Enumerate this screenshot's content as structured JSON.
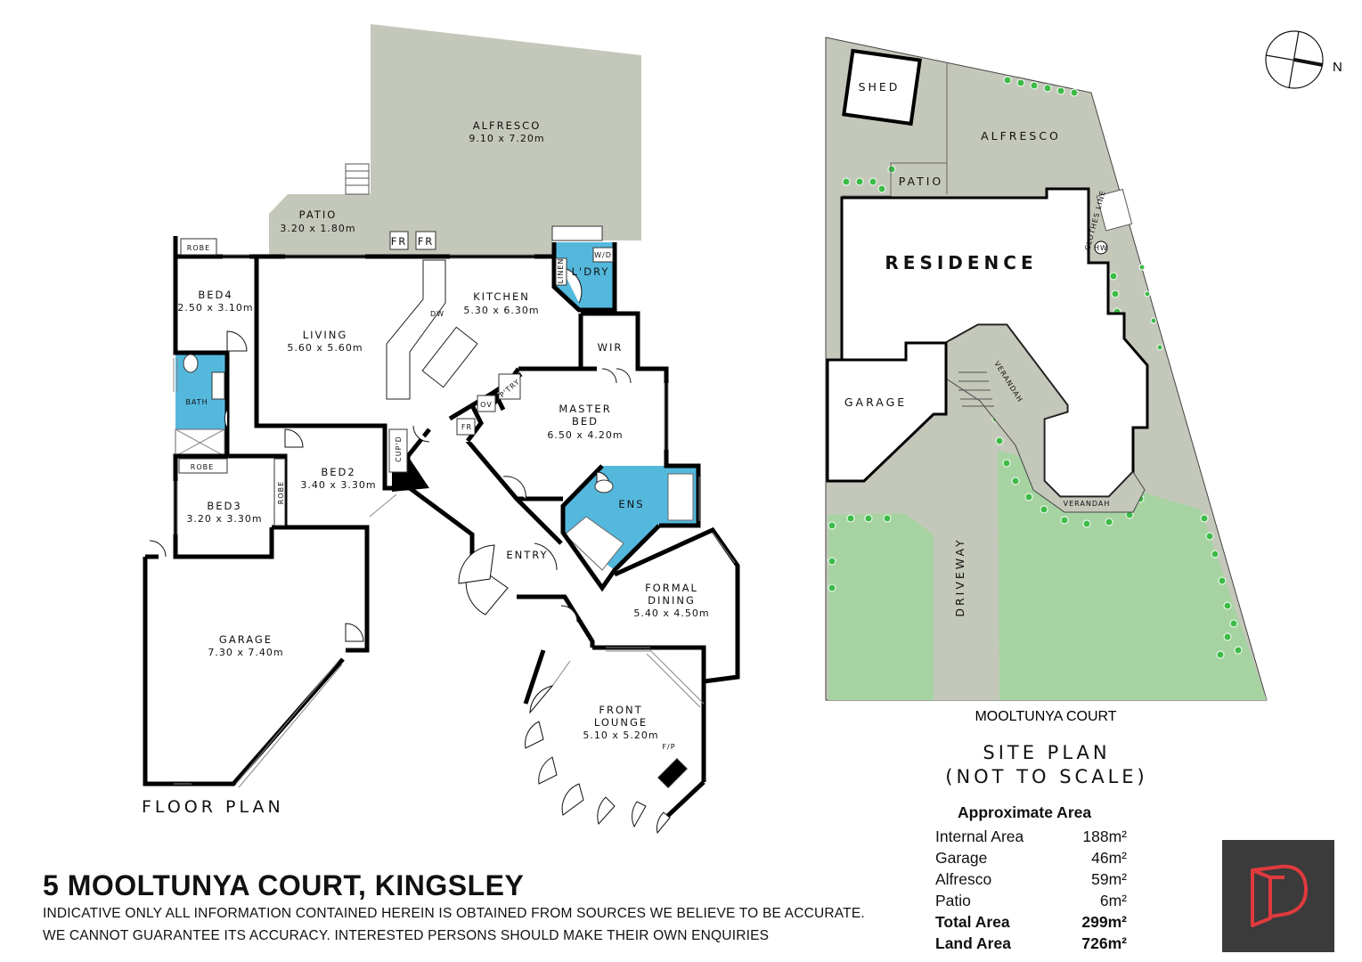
{
  "address": "5 MOOLTUNYA COURT, KINGSLEY",
  "disclaimer_line1": "INDICATIVE ONLY ALL INFORMATION CONTAINED HEREIN IS OBTAINED FROM SOURCES WE BELIEVE TO BE ACCURATE.",
  "disclaimer_line2": "WE CANNOT GUARANTEE ITS ACCURACY. INTERESTED PERSONS SHOULD MAKE THEIR OWN ENQUIRIES",
  "floor_plan_title": "FLOOR PLAN",
  "site_plan_title": {
    "line1": "SITE PLAN",
    "line2": "(NOT TO SCALE)"
  },
  "street_name": "MOOLTUNYA COURT",
  "compass_label": "N",
  "colors": {
    "outdoor": "#c4c8ba",
    "wet_area": "#54b8dd",
    "lawn": "#a7d3a2",
    "tree": "#3dbb47",
    "logo_bg": "#3b3b3b",
    "logo_mark": "#e03a3e"
  },
  "rooms": {
    "alfresco": {
      "name": "ALFRESCO",
      "dims": "9.10 x 7.20m"
    },
    "patio": {
      "name": "PATIO",
      "dims": "3.20 x 1.80m"
    },
    "robe_bed4": "ROBE",
    "bed4": {
      "name": "BED4",
      "dims": "2.50 x 3.10m"
    },
    "living": {
      "name": "LIVING",
      "dims": "5.60 x 5.60m"
    },
    "kitchen": {
      "name": "KITCHEN",
      "dims": "5.30 x 6.30m"
    },
    "laundry": "L'DRY",
    "linen": "LINEN",
    "wd": "W/D",
    "dw": "DW",
    "fr1": "FR",
    "fr2": "FR",
    "fr3": "FR",
    "ov": "OV",
    "pantry": "P'TRY",
    "wir": "WIR",
    "master_bed": {
      "name1": "MASTER",
      "name2": "BED",
      "dims": "6.50 x 4.20m"
    },
    "bath": "BATH",
    "robe_bed3": "ROBE",
    "robe_bed2": "ROBE",
    "bed3": {
      "name": "BED3",
      "dims": "3.20 x 3.30m"
    },
    "bed2": {
      "name": "BED2",
      "dims": "3.40 x 3.30m"
    },
    "cupd": "CUP'D",
    "ens": "ENS",
    "entry": "ENTRY",
    "garage": {
      "name": "GARAGE",
      "dims": "7.30 x 7.40m"
    },
    "formal_dining": {
      "name1": "FORMAL",
      "name2": "DINING",
      "dims": "5.40 x 4.50m"
    },
    "front_lounge": {
      "name1": "FRONT",
      "name2": "LOUNGE",
      "dims": "5.10 x 5.20m"
    },
    "fp": "F/P"
  },
  "site": {
    "shed": "SHED",
    "alfresco": "ALFRESCO",
    "patio": "PATIO",
    "clothes_line": "CLOTHES LINE",
    "hw": "HW",
    "residence": "RESIDENCE",
    "garage": "GARAGE",
    "verandah_top": "VERANDAH",
    "verandah_bottom": "VERANDAH",
    "driveway": "DRIVEWAY"
  },
  "approximate_area": {
    "heading": "Approximate Area",
    "rows": [
      {
        "label": "Internal Area",
        "value": "188m²"
      },
      {
        "label": "Garage",
        "value": "46m²"
      },
      {
        "label": "Alfresco",
        "value": "59m²"
      },
      {
        "label": "Patio",
        "value": "6m²"
      },
      {
        "label": "Total Area",
        "value": "299m²"
      },
      {
        "label": "Land Area",
        "value": "726m²"
      }
    ]
  }
}
